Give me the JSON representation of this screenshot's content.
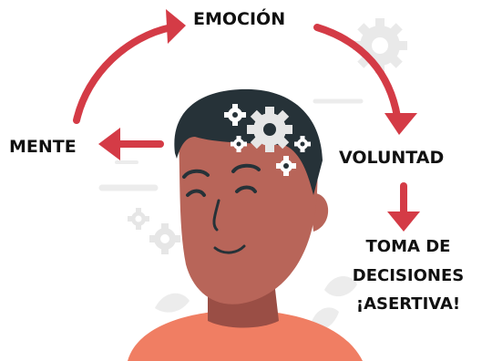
{
  "diagram": {
    "labels": {
      "emocion": "EMOCIÓN",
      "mente": "MENTE",
      "voluntad": "VOLUNTAD",
      "decision_line_1": "TOMA DE",
      "decision_line_2": "DECISIONES",
      "decision_line_3": "¡ASERTIVA!"
    },
    "colors": {
      "arrow": "#d43b46",
      "skin": "#b86559",
      "skin_shadow": "#9a4e45",
      "hair": "#263238",
      "shirt": "#f07e63",
      "gear": "#e6e6e6",
      "gear_head": "#ffffff",
      "text": "#111111"
    },
    "icons": [
      "gear-icon",
      "arrow-icon",
      "leaf-icon"
    ]
  }
}
